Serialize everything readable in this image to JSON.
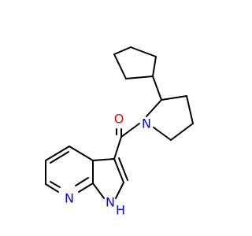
{
  "atoms": {
    "oxygen": {
      "label": "O",
      "color": "#ff0000"
    },
    "pyrrolidine_nitrogen": {
      "label": "N",
      "color": "#0000ff"
    },
    "pyridine_nitrogen": {
      "label": "N",
      "color": "#0000ff"
    },
    "pyrrole_nitrogen": {
      "label": "N",
      "color": "#0000ff"
    },
    "pyrrole_hydrogen": {
      "label": "H",
      "color": "#0000ff"
    }
  },
  "bond_color": "#000000"
}
